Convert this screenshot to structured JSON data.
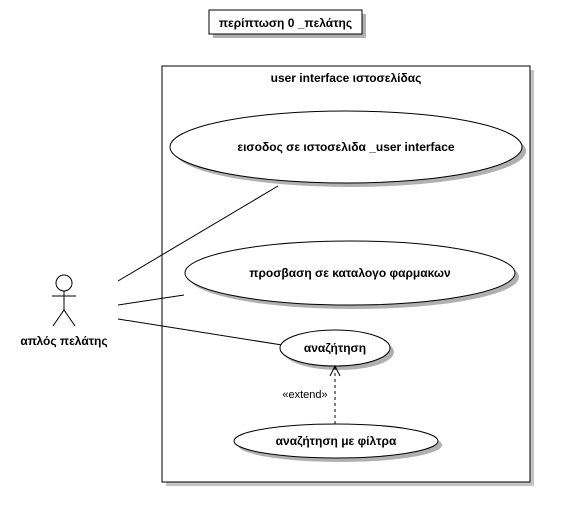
{
  "diagram": {
    "title": "περίπτωση 0 _πελάτης",
    "system": {
      "label": "user interface ιστοσελίδας"
    },
    "actor": {
      "label": "απλός πελάτης"
    },
    "use_cases": [
      {
        "label": "εισοδος σε ιστοσελιδα _user interface"
      },
      {
        "label": "προσβαση σε καταλογο φαρμακων"
      },
      {
        "label": "αναζήτηση"
      },
      {
        "label": "αναζήτηση με φίλτρα"
      }
    ],
    "relations": {
      "extend_label": "«extend»"
    },
    "colors": {
      "line": "#000000",
      "shadow": "#b0b0b0",
      "background": "#ffffff"
    }
  }
}
